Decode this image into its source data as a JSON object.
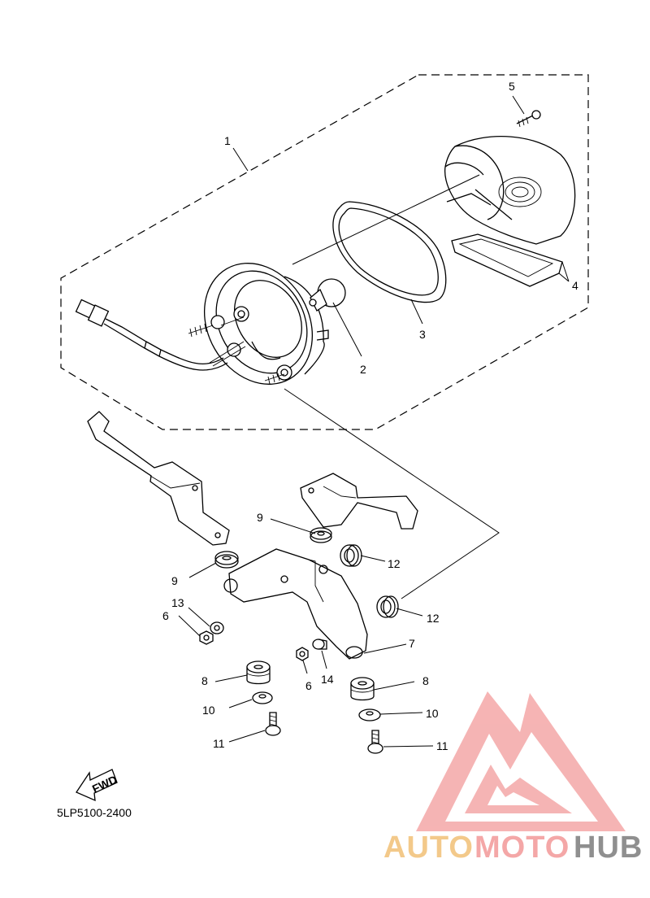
{
  "diagram": {
    "part_code": "5LP5100-2400",
    "fwd_label": "FWD",
    "callouts": [
      "1",
      "2",
      "3",
      "4",
      "5",
      "6",
      "6",
      "7",
      "8",
      "8",
      "9",
      "9",
      "10",
      "10",
      "11",
      "11",
      "12",
      "12",
      "13",
      "14"
    ]
  },
  "watermark": {
    "brand_part1": "AUTO",
    "brand_part2": "MOTO",
    "brand_part3": "HUB",
    "colors": {
      "auto": "#f3c98a",
      "moto": "#f4a7a7",
      "hub": "#8f8f8f",
      "logo": "#f4a7a7"
    }
  }
}
